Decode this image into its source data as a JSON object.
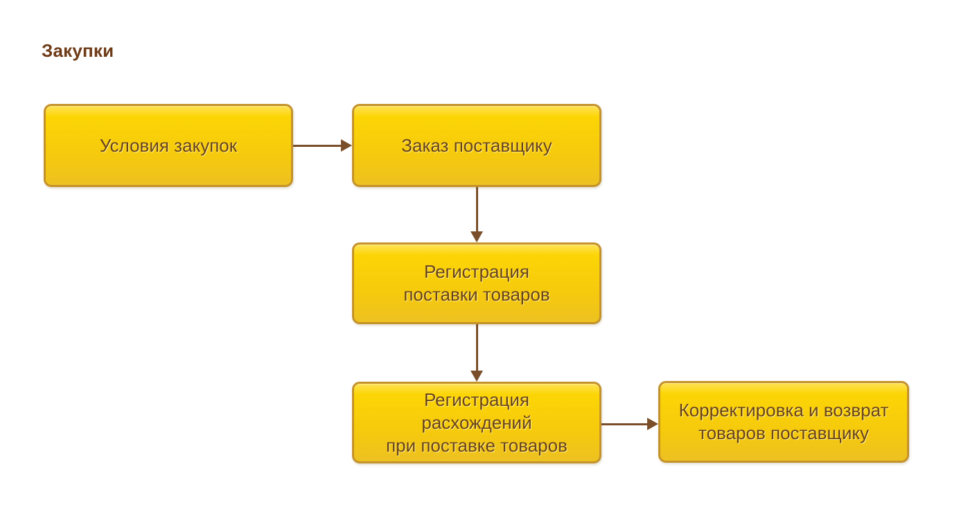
{
  "page": {
    "title": "Закупки"
  },
  "diagram": {
    "nodes": [
      {
        "id": "purchase-conditions",
        "label": "Условия закупок"
      },
      {
        "id": "supplier-order",
        "label": "Заказ поставщику"
      },
      {
        "id": "goods-delivery-registration",
        "label": "Регистрация\nпоставки товаров"
      },
      {
        "id": "discrepancy-registration",
        "label": "Регистрация\nрасхождений\nпри поставке товаров"
      },
      {
        "id": "correction-and-return",
        "label": "Корректировка и возврат\nтоваров поставщику"
      }
    ],
    "connectors": [
      {
        "from": "purchase-conditions",
        "to": "supplier-order",
        "direction": "right"
      },
      {
        "from": "supplier-order",
        "to": "goods-delivery-registration",
        "direction": "down"
      },
      {
        "from": "goods-delivery-registration",
        "to": "discrepancy-registration",
        "direction": "down"
      },
      {
        "from": "discrepancy-registration",
        "to": "correction-and-return",
        "direction": "right"
      }
    ],
    "colors": {
      "node_fill_top": "#ffe256",
      "node_fill_bottom": "#edc121",
      "node_border": "#c4922b",
      "node_text": "#6b4318",
      "arrow": "#7a4e28",
      "title_text": "#6e3b17",
      "background": "#ffffff"
    }
  }
}
